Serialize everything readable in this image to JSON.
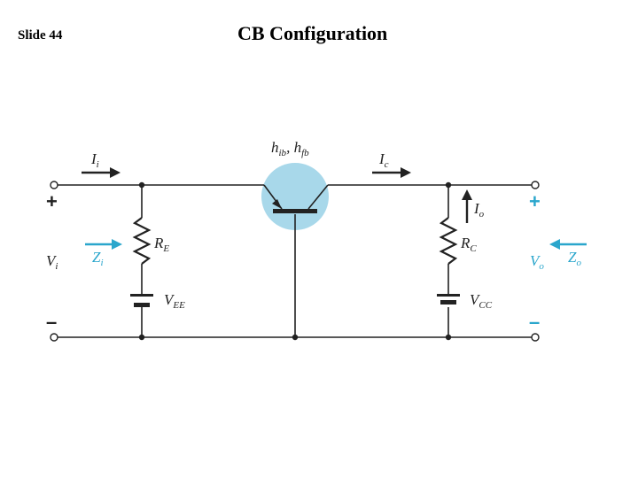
{
  "header": {
    "slide_number": "Slide 44",
    "title": "CB Configuration"
  },
  "diagram": {
    "transistor_label": {
      "h1": "h",
      "h1_sub": "ib",
      "sep": ", ",
      "h2": "h",
      "h2_sub": "fb"
    },
    "input_current": {
      "main": "I",
      "sub": "i"
    },
    "output_current_c": {
      "main": "I",
      "sub": "c"
    },
    "output_current_o": {
      "main": "I",
      "sub": "o"
    },
    "input_voltage": {
      "main": "V",
      "sub": "i"
    },
    "output_voltage": {
      "main": "V",
      "sub": "o"
    },
    "input_impedance": {
      "main": "Z",
      "sub": "i"
    },
    "output_impedance": {
      "main": "Z",
      "sub": "o"
    },
    "emitter_resistor": {
      "main": "R",
      "sub": "E"
    },
    "collector_resistor": {
      "main": "R",
      "sub": "C"
    },
    "emitter_supply": {
      "main": "V",
      "sub": "EE"
    },
    "collector_supply": {
      "main": "V",
      "sub": "CC"
    },
    "plus_sign": "+",
    "minus_sign": "–",
    "colors": {
      "accent": "#2aa6cc",
      "transistor_highlight": "#a8d8ea",
      "wire": "#222222"
    }
  }
}
